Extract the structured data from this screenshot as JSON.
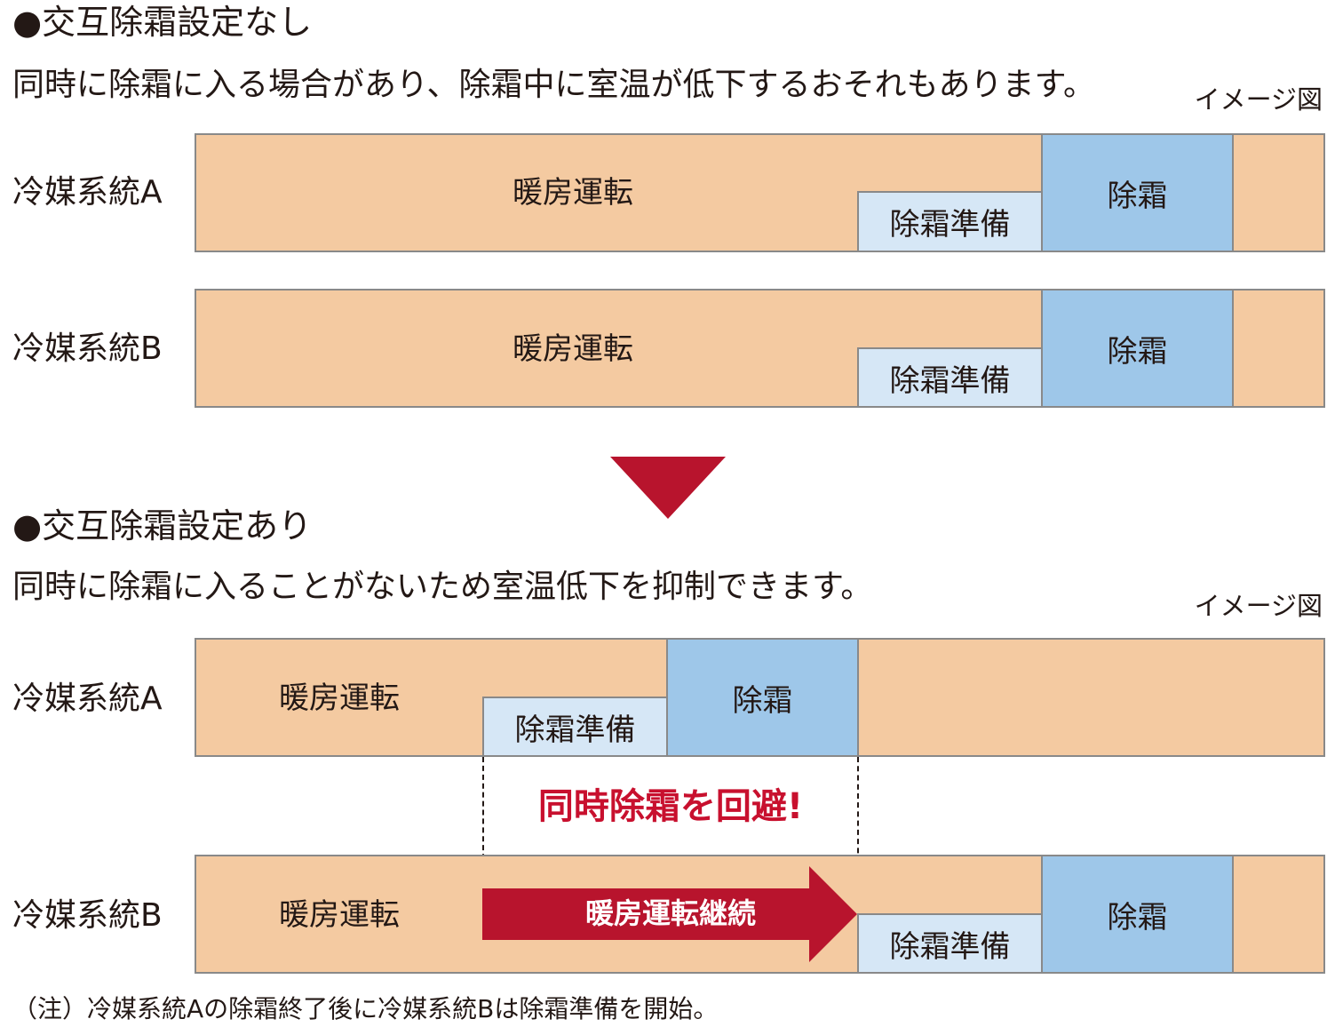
{
  "section1": {
    "heading": "●交互除霜設定なし",
    "description": "同時に除霜に入る場合があり、除霜中に室温が低下するおそれもあります。",
    "image_note": "イメージ図",
    "rows": [
      {
        "label": "冷媒系統A",
        "heating": "暖房運転",
        "prep": "除霜準備",
        "defrost": "除霜"
      },
      {
        "label": "冷媒系統B",
        "heating": "暖房運転",
        "prep": "除霜準備",
        "defrost": "除霜"
      }
    ]
  },
  "section2": {
    "heading": "●交互除霜設定あり",
    "description": "同時に除霜に入ることがないため室温低下を抑制できます。",
    "image_note": "イメージ図",
    "rows": [
      {
        "label": "冷媒系統A",
        "heating": "暖房運転",
        "prep": "除霜準備",
        "defrost": "除霜"
      },
      {
        "label": "冷媒系統B",
        "heating": "暖房運転",
        "continue": "暖房運転継続",
        "prep": "除霜準備",
        "defrost": "除霜"
      }
    ],
    "avoid_text": "同時除霜を回避!"
  },
  "footnote": "（注）冷媒系統Aの除霜終了後に冷媒系統Bは除霜準備を開始。",
  "colors": {
    "heating": "#f4caa1",
    "prep": "#d6e7f6",
    "defrost": "#9ec7e9",
    "accent_red": "#c8102e",
    "arrow_red": "#b8142d",
    "border": "#898989"
  }
}
